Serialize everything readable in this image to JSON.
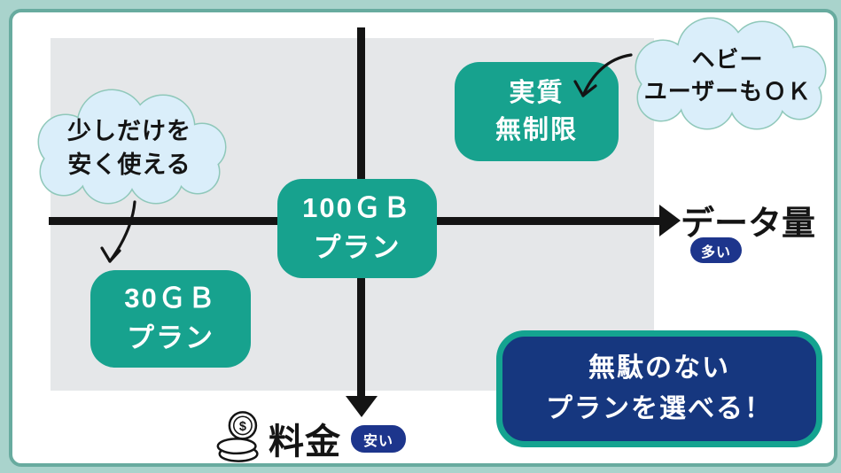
{
  "diagram": {
    "axes": {
      "x": {
        "label": "データ量",
        "badge": "多い"
      },
      "y": {
        "label": "料金",
        "badge": "安い"
      }
    },
    "plans": {
      "center": {
        "line1": "100ＧＢ",
        "line2": "プラン"
      },
      "upper_right": {
        "line1": "実質",
        "line2": "無制限"
      },
      "lower_left": {
        "line1": "30ＧＢ",
        "line2": "プラン"
      }
    },
    "callouts": {
      "left": {
        "line1": "少しだけを",
        "line2": "安く使える"
      },
      "right": {
        "line1": "ヘビー",
        "line2": "ユーザーもＯＫ"
      }
    },
    "conclusion": {
      "line1": "無駄のない",
      "line2": "プランを選べる！"
    }
  },
  "icons": {
    "dollar_symbol": "$"
  },
  "colors": {
    "teal_box": "#17a28e",
    "navy_box": "#16377f",
    "navy_badge": "#1d358c",
    "result_border_teal": "#14a390",
    "cloud_fill": "#daeefa",
    "cloud_stroke": "#8fc8ba",
    "quadrant_grey": "#e5e7e9",
    "frame_border": "#68ab9f",
    "outer_background": "#a9d3cc",
    "axis_black": "#141414"
  }
}
